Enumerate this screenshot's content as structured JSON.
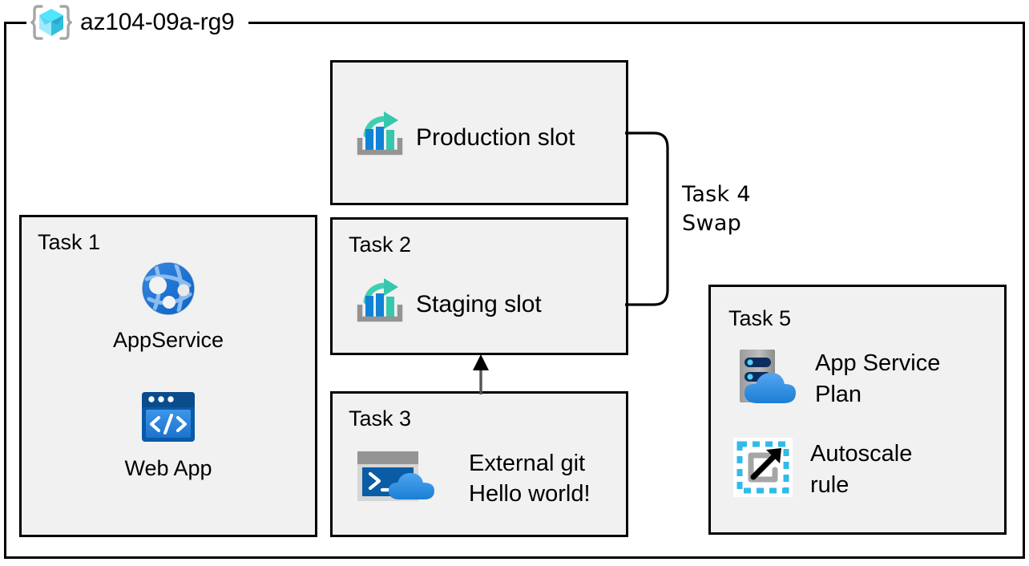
{
  "resource_group": {
    "name": "az104-09a-rg9",
    "icon": "resource-group-cube-icon"
  },
  "boxes": {
    "task1": {
      "label": "Task 1",
      "items": [
        {
          "icon": "app-service-globe-icon",
          "caption": "AppService"
        },
        {
          "icon": "web-app-browser-code-icon",
          "caption": "Web App"
        }
      ]
    },
    "production": {
      "label": "Production slot",
      "icon": "deployment-slot-icon"
    },
    "task2": {
      "label": "Task 2",
      "slot_label": "Staging slot",
      "icon": "deployment-slot-icon"
    },
    "task3": {
      "label": "Task 3",
      "icon": "console-cloud-icon",
      "text": "External git\nHello world!"
    },
    "task5": {
      "label": "Task 5",
      "items": [
        {
          "icon": "app-service-plan-server-cloud-icon",
          "caption": "App Service\nPlan"
        },
        {
          "icon": "autoscale-rule-icon",
          "caption": "Autoscale\nrule"
        }
      ]
    }
  },
  "connectors": {
    "swap": {
      "label": "Task 4\nSwap",
      "name": "swap-bracket-connector"
    },
    "deploy": {
      "name": "task3-to-task2-arrow"
    }
  },
  "colors": {
    "box_fill": "#f1f1f1",
    "box_border": "#000000",
    "azure_blue": "#0078d4",
    "azure_teal": "#32bdad",
    "cyan": "#32bbe8",
    "gray": "#949494"
  }
}
